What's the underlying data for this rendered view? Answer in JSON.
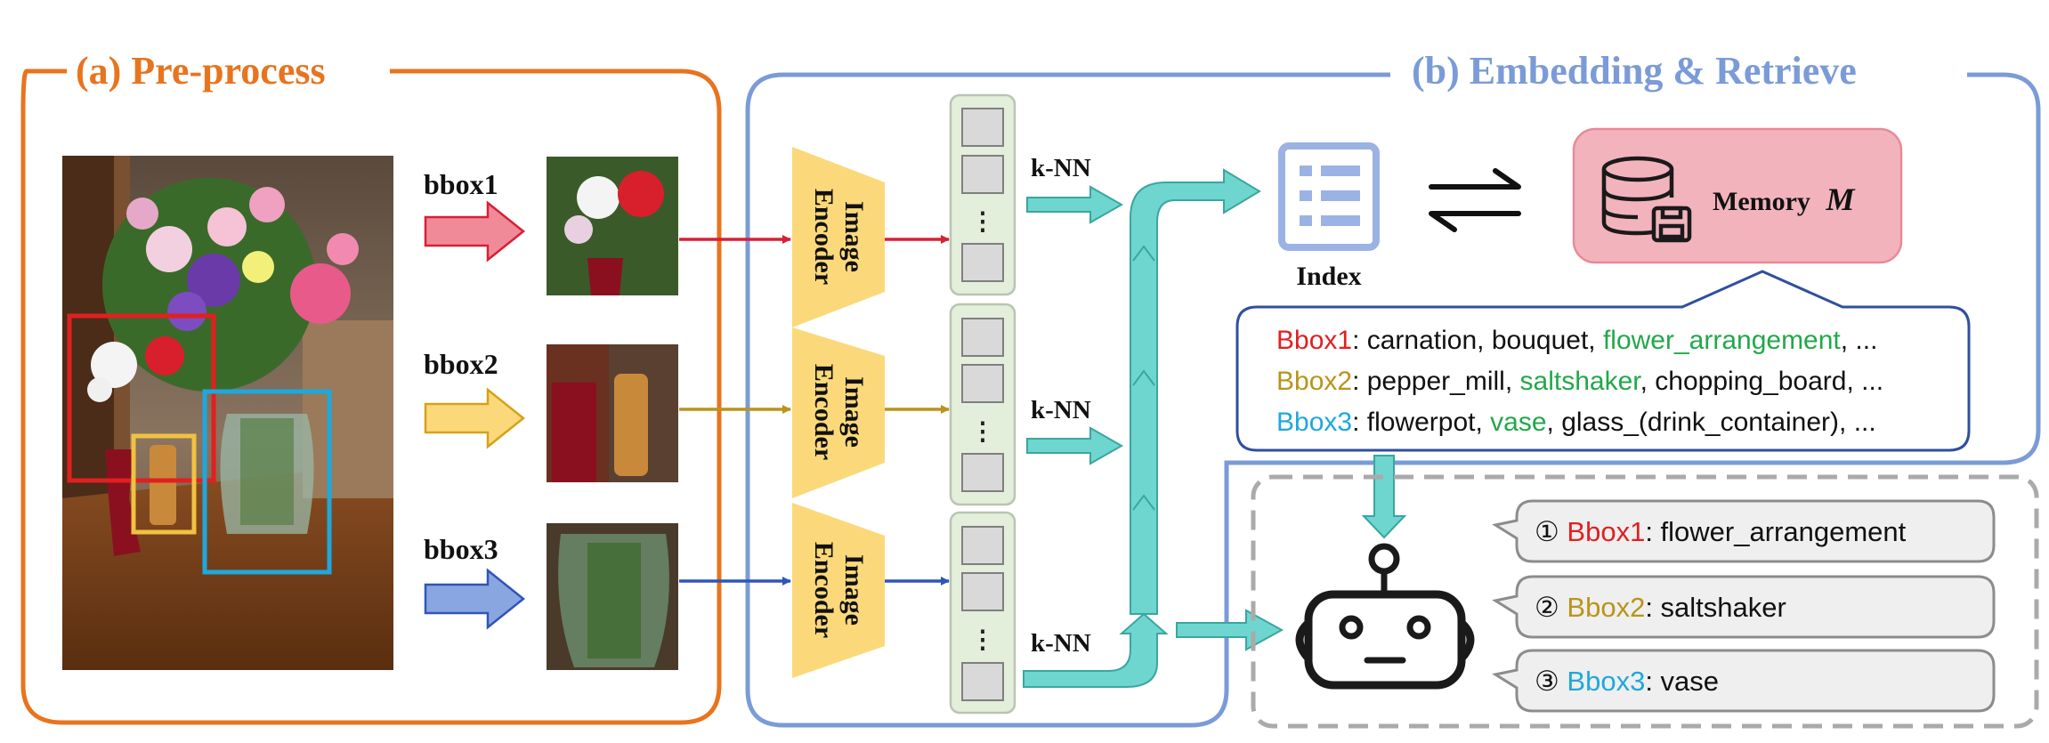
{
  "panel_a": {
    "title": "(a) Pre-process"
  },
  "panel_b": {
    "title": "(b) Embedding & Retrieve"
  },
  "bbox_labels": [
    "bbox1",
    "bbox2",
    "bbox3"
  ],
  "encoder": {
    "line1": "Image",
    "line2": "Encoder"
  },
  "knn_label": "k-NN",
  "vector_ellipsis": "⋮",
  "index_label": "Index",
  "memory": {
    "label": "Memory",
    "symbol": "M"
  },
  "retrieval_results": [
    {
      "bbox": "Bbox1",
      "sep": ": ",
      "items": [
        {
          "text": "carnation, bouquet, ",
          "highlight": false
        },
        {
          "text": "flower_arrangement",
          "highlight": true
        },
        {
          "text": ",  ...",
          "highlight": false
        }
      ]
    },
    {
      "bbox": "Bbox2",
      "sep": ": ",
      "items": [
        {
          "text": "pepper_mill, ",
          "highlight": false
        },
        {
          "text": "saltshaker",
          "highlight": true
        },
        {
          "text": ", chopping_board, ...",
          "highlight": false
        }
      ]
    },
    {
      "bbox": "Bbox3",
      "sep": ": ",
      "items": [
        {
          "text": "flowerpot, ",
          "highlight": false
        },
        {
          "text": "vase",
          "highlight": true
        },
        {
          "text": ", glass_(drink_container), ...",
          "highlight": false
        }
      ]
    }
  ],
  "final_outputs": [
    {
      "num": "①",
      "bbox": "Bbox1",
      "label": "flower_arrangement"
    },
    {
      "num": "②",
      "bbox": "Bbox2",
      "label": "saltshaker"
    },
    {
      "num": "③",
      "bbox": "Bbox3",
      "label": "vase"
    }
  ],
  "colors": {
    "panel_a": "#e8741e",
    "panel_b": "#7b9bd8",
    "bbox1": "#e02020",
    "bbox2": "#b8941a",
    "bbox3": "#1ea8dc",
    "highlight": "#22a84a",
    "teal_arrow": "#6fd6cf",
    "encoder_fill": "#fbd97a",
    "memory_fill": "#f2b3bd"
  }
}
